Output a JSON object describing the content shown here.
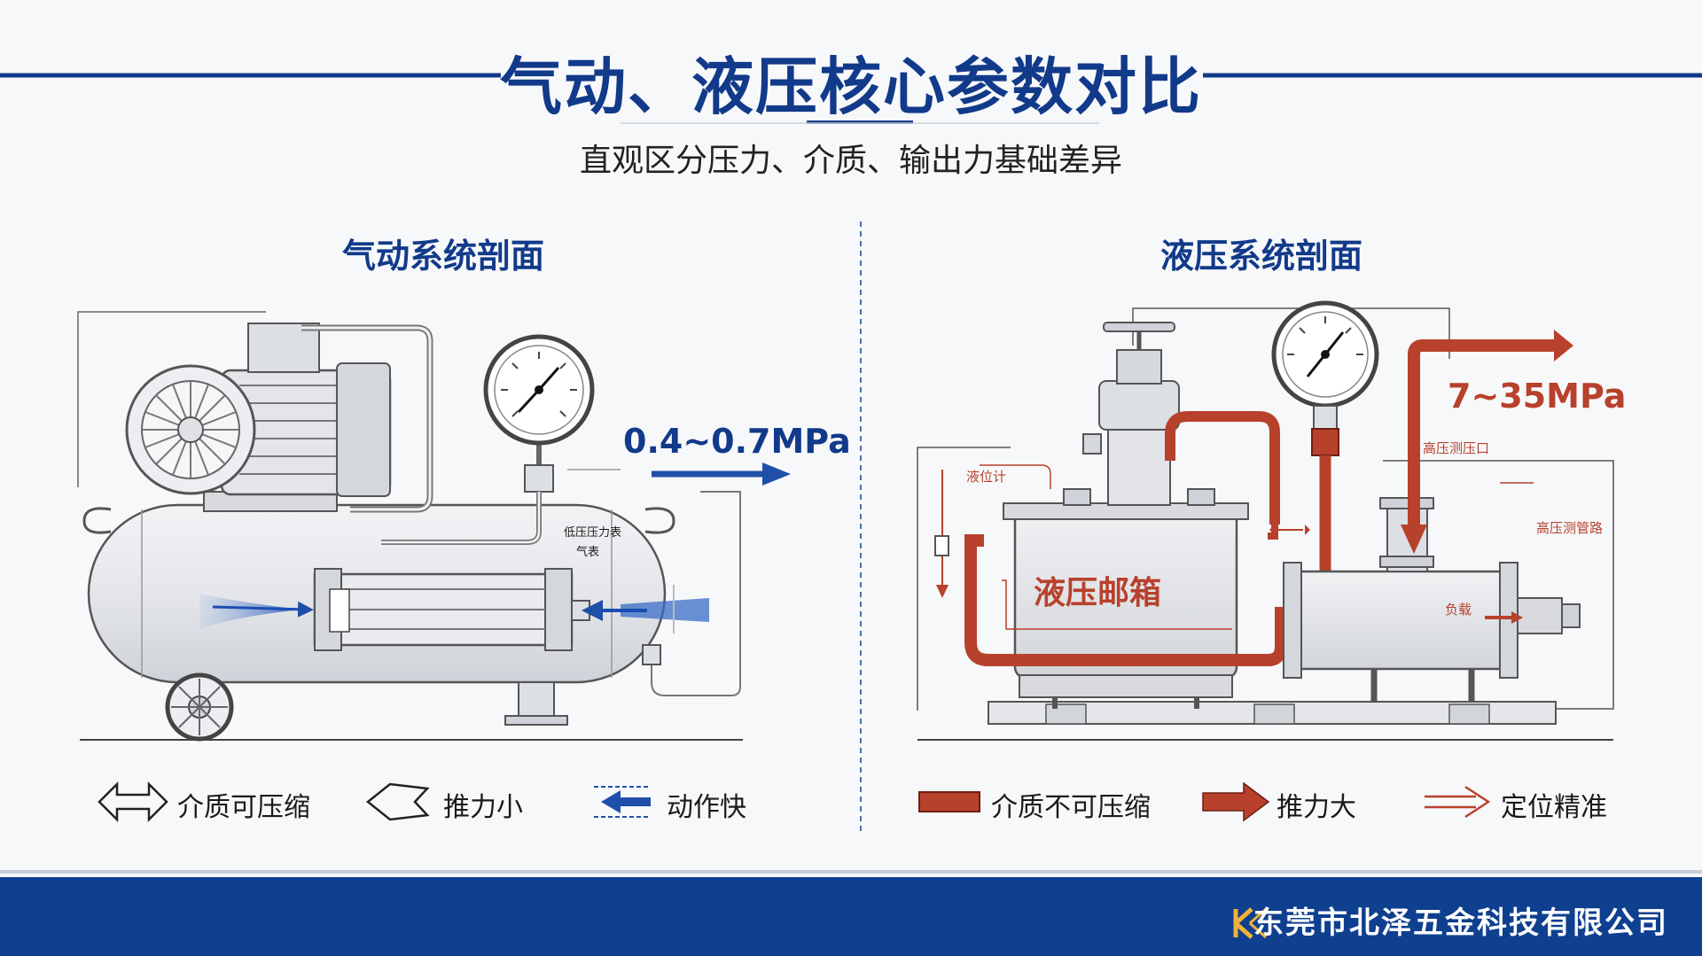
{
  "header": {
    "title": "气动、液压核心参数对比",
    "subtitle": "直观区分压力、介质、输出力基础差异"
  },
  "pneumatic": {
    "section_title": "气动系统剖面",
    "pressure": "0.4~0.7MPa",
    "gauge_label_line1": "低压压力表",
    "gauge_label_line2": "气表",
    "legend": [
      {
        "label": "介质可压缩",
        "icon": "double-arrow-outline-icon"
      },
      {
        "label": "推力小",
        "icon": "outline-chevron-icon"
      },
      {
        "label": "动作快",
        "icon": "fast-arrow-icon"
      }
    ]
  },
  "hydraulic": {
    "section_title": "液压系统剖面",
    "pressure": "7~35MPa",
    "tank_label": "液压邮箱",
    "level_gauge_label": "液位计",
    "test_port_label": "高压测压口",
    "pipeline_label": "高压测管路",
    "load_label": "负载",
    "legend": [
      {
        "label": "介质不可压缩",
        "icon": "solid-bar-icon"
      },
      {
        "label": "推力大",
        "icon": "solid-arrow-icon"
      },
      {
        "label": "定位精准",
        "icon": "double-line-arrow-icon"
      }
    ]
  },
  "footer": {
    "company": "东莞市北泽五金科技有限公司",
    "logo_icon": "company-logo-icon"
  },
  "colors": {
    "brand_blue": "#123a8a",
    "hydraulic_red": "#b8412c",
    "footer_blue": "#0f3f8f"
  }
}
